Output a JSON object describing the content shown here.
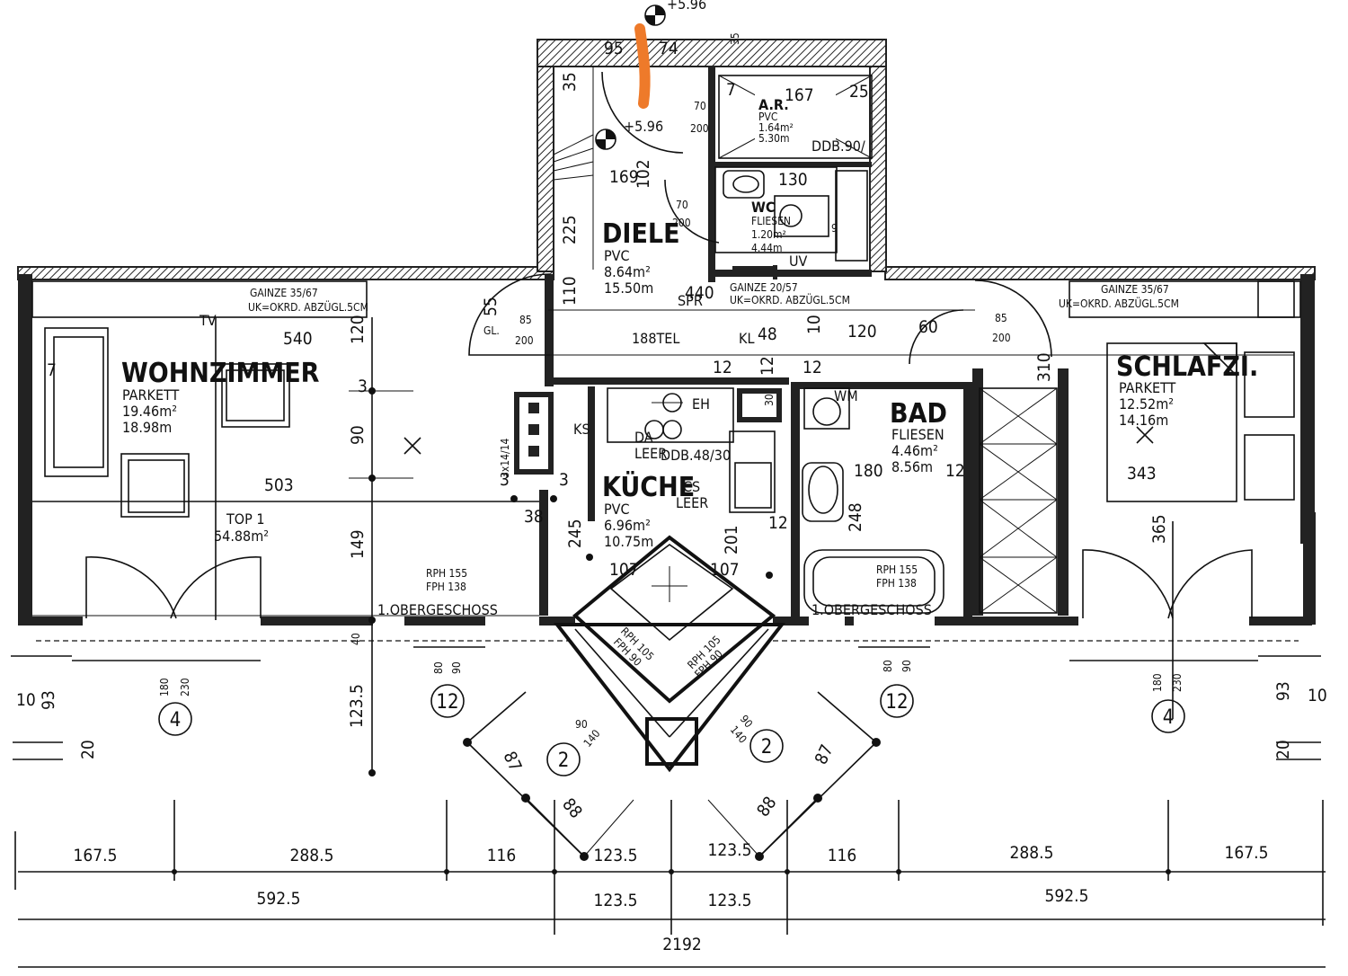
{
  "rooms": {
    "wohnzimmer": {
      "name": "WOHNZIMMER",
      "floor": "PARKETT",
      "area": "19.46m²",
      "perimeter": "18.98m"
    },
    "schlafzimmer": {
      "name": "SCHLAFZI.",
      "floor": "PARKETT",
      "area": "12.52m²",
      "perimeter": "14.16m"
    },
    "diele": {
      "name": "DIELE",
      "floor": "PVC",
      "area": "8.64m²",
      "perimeter": "15.50m"
    },
    "kueche": {
      "name": "KÜCHE",
      "floor": "PVC",
      "area": "6.96m²",
      "perimeter": "10.75m"
    },
    "bad": {
      "name": "BAD",
      "floor": "FLIESEN",
      "area": "4.46m²",
      "perimeter": "8.56m"
    },
    "wc": {
      "name": "WC",
      "floor": "FLIESEN",
      "area": "1.20m²",
      "perimeter": "4.44m"
    },
    "abstellraum": {
      "name": "A.R.",
      "floor": "PVC",
      "area": "1.64m²",
      "perimeter": "5.30m"
    }
  },
  "unit": {
    "name": "TOP 1",
    "area": "54.88m²"
  },
  "labels": {
    "storey_left": "1.OBERGESCHOSS",
    "storey_right": "1.OBERGESCHOSS",
    "gainze_left": "GAINZE 35/67",
    "gainze_mid": "GAINZE 20/57",
    "gainze_right": "GAINZE 35/67",
    "uk_left": "UK=OKRD. ABZÜGL.5CM",
    "uk_mid": "UK=OKRD. ABZÜGL.5CM",
    "uk_right": "UK=OKRD. ABZÜGL.5CM",
    "rph_left": "RPH 155",
    "fph_left": "FPH 138",
    "rph_right": "RPH 155",
    "fph_right": "FPH 138",
    "rph_bay_l": "RPH 105",
    "fph_bay_l": "FPH 90",
    "rph_bay_r": "RPH 105",
    "fph_bay_r": "FPH 90",
    "tel": "188TEL",
    "ddb90": "DDB.90/",
    "ddb48": "DDB.48/30",
    "spr": "SPR",
    "tv": "TV",
    "gl": "GL.",
    "eh": "EH",
    "ks": "KS",
    "da": "DA",
    "leer1": "LEER",
    "leer2": "LEER",
    "cs": "CS",
    "wm": "WM",
    "uv": "UV",
    "kl": "KL",
    "shaft": "3x14/14",
    "elev": "+5.96",
    "elev_top": "+5.96"
  },
  "dimensions": {
    "bottom_row1": [
      "167.5",
      "288.5",
      "116",
      "123.5",
      "123.5",
      "116",
      "288.5",
      "167.5"
    ],
    "bottom_row2": [
      "592.5",
      "123.5",
      "123.5",
      "592.5"
    ],
    "total": "2192",
    "misc": [
      "540",
      "503",
      "120",
      "90",
      "149",
      "38",
      "245",
      "201",
      "107",
      "107",
      "343",
      "365",
      "310",
      "180",
      "248",
      "12",
      "3",
      "3",
      "3",
      "85",
      "200",
      "85",
      "200",
      "55",
      "60",
      "70",
      "200",
      "70",
      "200",
      "169",
      "102",
      "225",
      "110",
      "440",
      "48",
      "10",
      "120",
      "130",
      "167",
      "25",
      "7",
      "95",
      "74",
      "35",
      "93",
      "10",
      "20",
      "93",
      "10",
      "20",
      "180",
      "230",
      "180",
      "230",
      "80",
      "90",
      "80",
      "90",
      "87",
      "88",
      "87",
      "88",
      "90",
      "140",
      "90",
      "140",
      "123.5",
      "40",
      "7",
      "12",
      "12",
      "12",
      "12",
      "30",
      "9",
      "35"
    ]
  },
  "markers": [
    "4",
    "12",
    "2",
    "2",
    "12",
    "4"
  ]
}
